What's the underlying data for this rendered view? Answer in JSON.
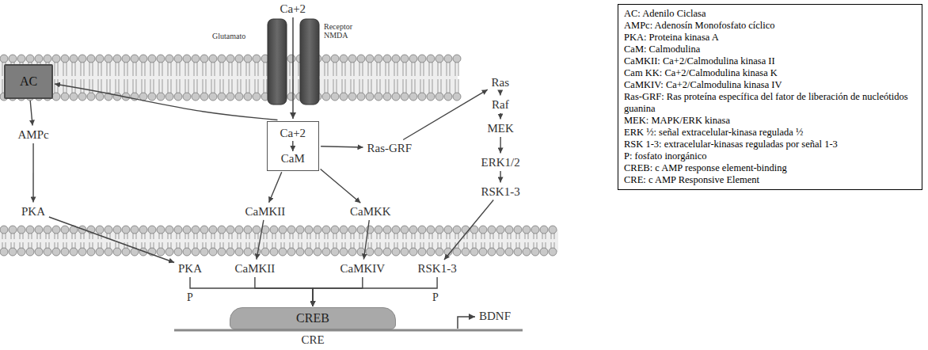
{
  "diagram": {
    "nodes": [
      {
        "text": [
          "AC"
        ]
      },
      {
        "text": [
          "Ca+2",
          "CaM"
        ]
      },
      {
        "text": [
          "Ras-GRF"
        ]
      },
      {
        "text": [
          "Ras"
        ]
      },
      {
        "text": [
          "Raf"
        ]
      },
      {
        "text": [
          "MEK"
        ]
      },
      {
        "text": [
          "ERK1/2"
        ]
      },
      {
        "text": [
          "AMPc"
        ]
      },
      {
        "text": [
          "RSK1-3"
        ]
      },
      {
        "text": [
          "PKA"
        ]
      },
      {
        "text": [
          "CaMKII"
        ]
      },
      {
        "text": [
          "CaMKK"
        ]
      },
      {
        "text": [
          "PKA"
        ]
      },
      {
        "text": [
          "CaMKII"
        ]
      },
      {
        "text": [
          "CaMKIV"
        ]
      },
      {
        "text": [
          "RSK1-3"
        ]
      },
      {
        "text": [
          "CREB"
        ]
      },
      {
        "text": [
          "AC: Adenilo Ciclasa",
          "AMPc: Adenosín Monofosfato cíclico",
          "PKA: Proteina kinasa A",
          "CaM: Calmodulina",
          "CaMKII: Ca+2/Calmodulina kinasa II",
          "Cam KK: Ca+2/Calmodulina kinasa K",
          "CaMKIV: Ca+2/Calmodulina kinasa IV",
          "Ras-GRF: Ras proteína específica del fator de liberación de nucleótidos guanina",
          "MEK: MAPK/ERK kinasa",
          "ERK ½: señal extracelular-kinasa regulada ½",
          "RSK 1-3: extracelular-kinasas reguladas por señal 1-3",
          "P: fosfato inorgánico",
          "CREB: c AMP response element-binding",
          "CRE: c AMP Responsive Element"
        ]
      }
    ],
    "edges": [
      {
        "from": 0,
        "to": 7,
        "arrow": "to"
      },
      {
        "from": 1,
        "to": 0,
        "arrow": "to"
      },
      {
        "from": 7,
        "to": 9,
        "arrow": "to"
      },
      {
        "from": 1,
        "to": 10,
        "arrow": "to"
      },
      {
        "from": 1,
        "to": 11,
        "arrow": "to"
      },
      {
        "from": 1,
        "to": 2,
        "arrow": "to"
      },
      {
        "from": 2,
        "to": 3,
        "arrow": "to"
      },
      {
        "from": 3,
        "to": 4,
        "arrow": "to"
      },
      {
        "from": 4,
        "to": 5,
        "arrow": "to"
      },
      {
        "from": 5,
        "to": 6,
        "arrow": "to"
      },
      {
        "from": 6,
        "to": 8,
        "arrow": "to"
      },
      {
        "from": 9,
        "to": 12,
        "arrow": "to"
      },
      {
        "from": 10,
        "to": 13,
        "arrow": "to"
      },
      {
        "from": 11,
        "to": 14,
        "arrow": "to"
      },
      {
        "from": 8,
        "to": 15,
        "arrow": "to"
      },
      {
        "from": 12,
        "to": 16,
        "arrow": "to"
      },
      {
        "from": 13,
        "to": 16,
        "arrow": "to"
      },
      {
        "from": 14,
        "to": 16,
        "arrow": "to"
      },
      {
        "from": 15,
        "to": 16,
        "arrow": "to"
      }
    ],
    "labels": [
      "Ca+2",
      "Glutamato",
      "Receptor NMDA",
      "P",
      "P",
      "BDNF",
      "CRE"
    ]
  }
}
